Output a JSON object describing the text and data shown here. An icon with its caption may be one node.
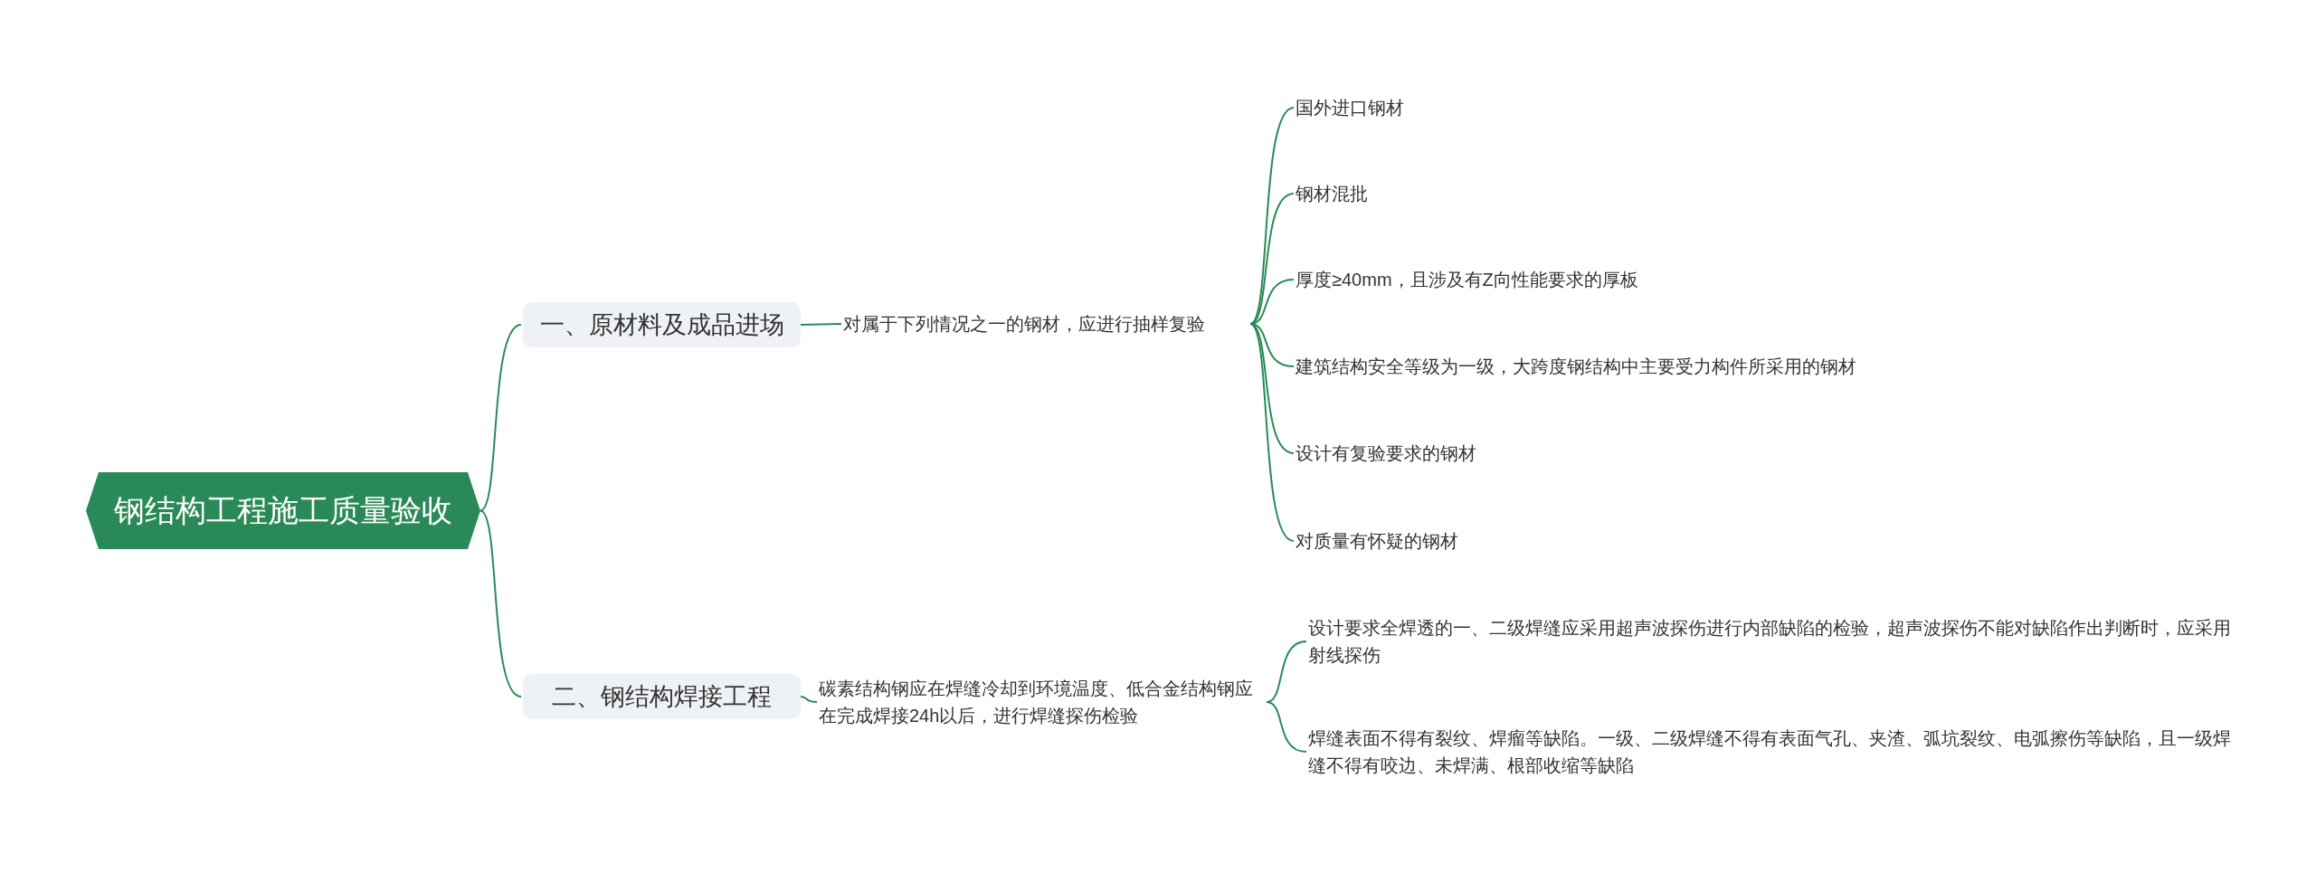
{
  "diagram": {
    "nodes": [
      {
        "text": [
          "钢结构工程施工质量验收"
        ]
      },
      {
        "text": [
          "一、原材料及成品进场"
        ]
      },
      {
        "text": [
          "对属于下列情况之一的钢材，应进行抽样复验"
        ]
      },
      {
        "text": [
          "国外进口钢材"
        ]
      },
      {
        "text": [
          "钢材混批"
        ]
      },
      {
        "text": [
          "厚度≥40mm，且涉及有Z向性能要求的厚板"
        ]
      },
      {
        "text": [
          "建筑结构安全等级为一级，大跨度钢结构中主要受力构件所采用的钢材"
        ]
      },
      {
        "text": [
          "设计有复验要求的钢材"
        ]
      },
      {
        "text": [
          "对质量有怀疑的钢材"
        ]
      },
      {
        "text": [
          "二、钢结构焊接工程"
        ]
      },
      {
        "text": [
          "碳素结构钢应在焊缝冷却到环境温度、低合金结构钢应在完成焊接24h以后，进行焊缝探伤检验"
        ]
      },
      {
        "text": [
          "设计要求全焊透的一、二级焊缝应采用超声波探伤进行内部缺陷的检验，超声波探伤不能对缺陷作出判断时，应采用射线探伤"
        ]
      },
      {
        "text": [
          "焊缝表面不得有裂纹、焊瘤等缺陷。一级、二级焊缝不得有表面气孔、夹渣、弧坑裂纹、电弧擦伤等缺陷，且一级焊缝不得有咬边、未焊满、根部收缩等缺陷"
        ]
      }
    ],
    "edges": [
      {
        "from": 0,
        "to": 1,
        "arrow": "none"
      },
      {
        "from": 0,
        "to": 9,
        "arrow": "none"
      },
      {
        "from": 1,
        "to": 2,
        "arrow": "none"
      },
      {
        "from": 2,
        "to": 3,
        "arrow": "none"
      },
      {
        "from": 2,
        "to": 4,
        "arrow": "none"
      },
      {
        "from": 2,
        "to": 5,
        "arrow": "none"
      },
      {
        "from": 2,
        "to": 6,
        "arrow": "none"
      },
      {
        "from": 2,
        "to": 7,
        "arrow": "none"
      },
      {
        "from": 2,
        "to": 8,
        "arrow": "none"
      },
      {
        "from": 9,
        "to": 10,
        "arrow": "none"
      },
      {
        "from": 10,
        "to": 11,
        "arrow": "none"
      },
      {
        "from": 10,
        "to": 12,
        "arrow": "none"
      }
    ]
  }
}
